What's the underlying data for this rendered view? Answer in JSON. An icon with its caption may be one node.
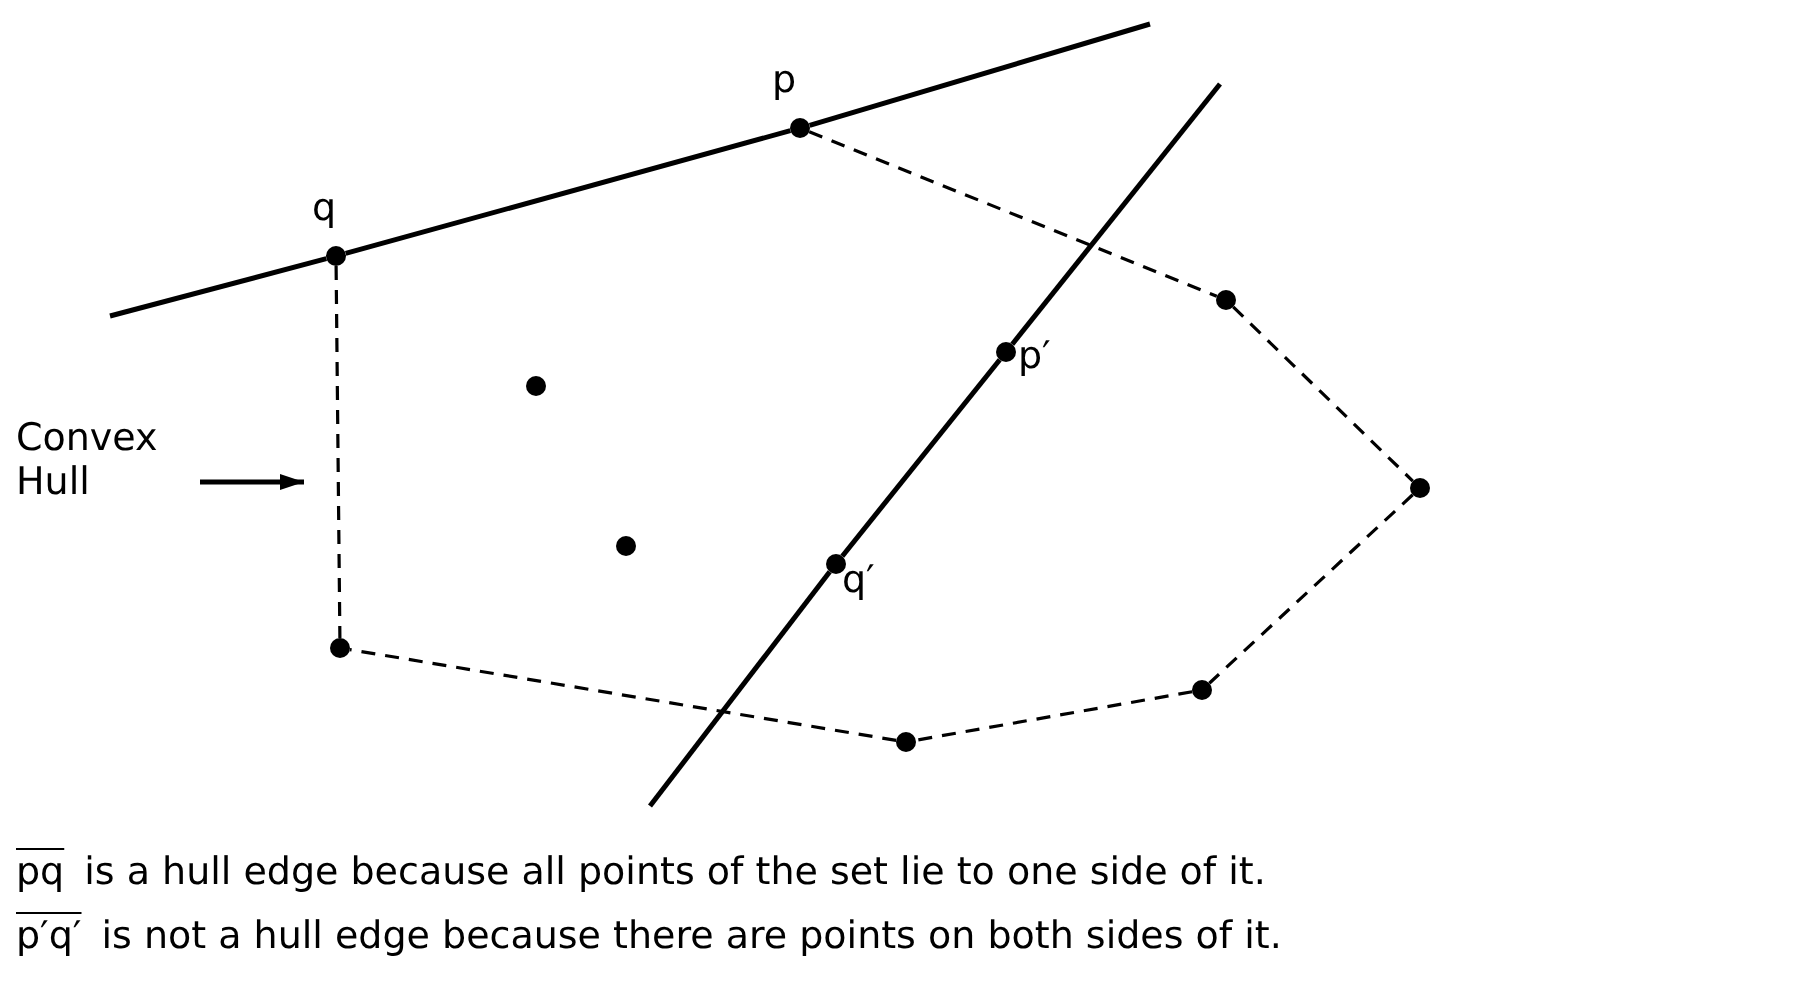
{
  "diagram": {
    "nodes": [
      {
        "text": [
          "p"
        ]
      },
      {
        "text": [
          "q"
        ]
      },
      {
        "text": [],
        "shape": "circle"
      },
      {
        "text": [
          "p′"
        ]
      },
      {
        "text": [],
        "shape": "circle"
      },
      {
        "text": [
          "Convex Hull"
        ]
      },
      {
        "text": [],
        "shape": "circle"
      },
      {
        "text": [],
        "shape": "circle"
      },
      {
        "text": [
          "q′"
        ]
      },
      {
        "text": [],
        "shape": "circle"
      },
      {
        "text": [],
        "shape": "circle"
      },
      {
        "text": [],
        "shape": "circle"
      }
    ],
    "edges": [
      {
        "from": 1,
        "to": 0,
        "arrow": "none"
      },
      {
        "from": 3,
        "to": 8,
        "arrow": "none"
      },
      {
        "from": 1,
        "to": 9,
        "arrow": "none",
        "style": "dashed"
      },
      {
        "from": 0,
        "to": 2,
        "arrow": "none",
        "style": "dashed"
      },
      {
        "from": 2,
        "to": 6,
        "arrow": "none",
        "style": "dashed"
      },
      {
        "from": 6,
        "to": 10,
        "arrow": "none",
        "style": "dashed"
      },
      {
        "from": 10,
        "to": 11,
        "arrow": "none",
        "style": "dashed"
      },
      {
        "from": 11,
        "to": 9,
        "arrow": "none",
        "style": "dashed"
      },
      {
        "from": 5,
        "to": null,
        "arrow": "to"
      }
    ],
    "labels": [
      "pq",
      "is a hull edge because all points of the set lie to one side of it.",
      "p′q′",
      "is not a hull edge because there are points on both sides of it."
    ]
  }
}
